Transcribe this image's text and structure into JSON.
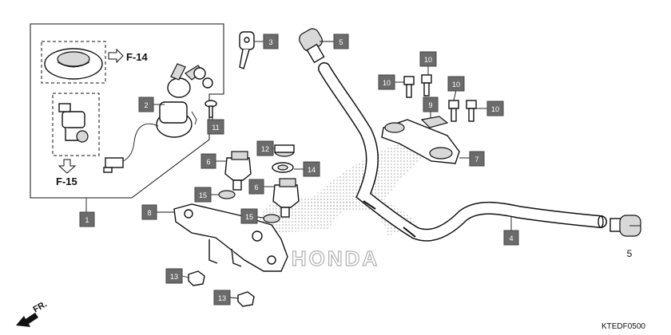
{
  "callouts": [
    {
      "id": "1",
      "label": "1"
    },
    {
      "id": "2",
      "label": "2"
    },
    {
      "id": "3",
      "label": "3"
    },
    {
      "id": "4",
      "label": "4"
    },
    {
      "id": "5a",
      "label": "5"
    },
    {
      "id": "6a",
      "label": "6"
    },
    {
      "id": "6b",
      "label": "6"
    },
    {
      "id": "7",
      "label": "7"
    },
    {
      "id": "8",
      "label": "8"
    },
    {
      "id": "9",
      "label": "9"
    },
    {
      "id": "10a",
      "label": "10"
    },
    {
      "id": "10b",
      "label": "10"
    },
    {
      "id": "10c",
      "label": "10"
    },
    {
      "id": "10d",
      "label": "10"
    },
    {
      "id": "11",
      "label": "11"
    },
    {
      "id": "12",
      "label": "12"
    },
    {
      "id": "13a",
      "label": "13"
    },
    {
      "id": "13b",
      "label": "13"
    },
    {
      "id": "14",
      "label": "14"
    },
    {
      "id": "15a",
      "label": "15"
    },
    {
      "id": "15b",
      "label": "15"
    }
  ],
  "plain_labels": {
    "part5_right": "5"
  },
  "references": {
    "f14": "F-14",
    "f15": "F-15"
  },
  "front_marker": "FR.",
  "watermark": "HONDA",
  "diagram_code": "KTEDF0500"
}
